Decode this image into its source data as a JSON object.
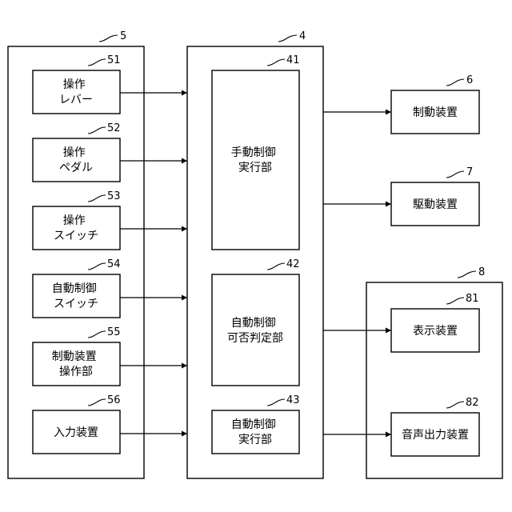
{
  "refs": {
    "group_input": "5",
    "group_control": "4",
    "group_notify": "8",
    "lever": "51",
    "pedal": "52",
    "switch": "53",
    "auto_switch": "54",
    "brake_op": "55",
    "input_device": "56",
    "manual_exec": "41",
    "judge": "42",
    "auto_exec": "43",
    "brake_device": "6",
    "drive_device": "7",
    "display_device": "81",
    "audio_device": "82"
  },
  "labels": {
    "lever": [
      "操作",
      "レバー"
    ],
    "pedal": [
      "操作",
      "ペダル"
    ],
    "switch": [
      "操作",
      "スイッチ"
    ],
    "auto_switch": [
      "自動制御",
      "スイッチ"
    ],
    "brake_op": [
      "制動装置",
      "操作部"
    ],
    "input_device": [
      "入力装置"
    ],
    "manual_exec": [
      "手動制御",
      "実行部"
    ],
    "judge": [
      "自動制御",
      "可否判定部"
    ],
    "auto_exec": [
      "自動制御",
      "実行部"
    ],
    "brake_device": [
      "制動装置"
    ],
    "drive_device": [
      "駆動装置"
    ],
    "display_device": [
      "表示装置"
    ],
    "audio_device": [
      "音声出力装置"
    ]
  }
}
